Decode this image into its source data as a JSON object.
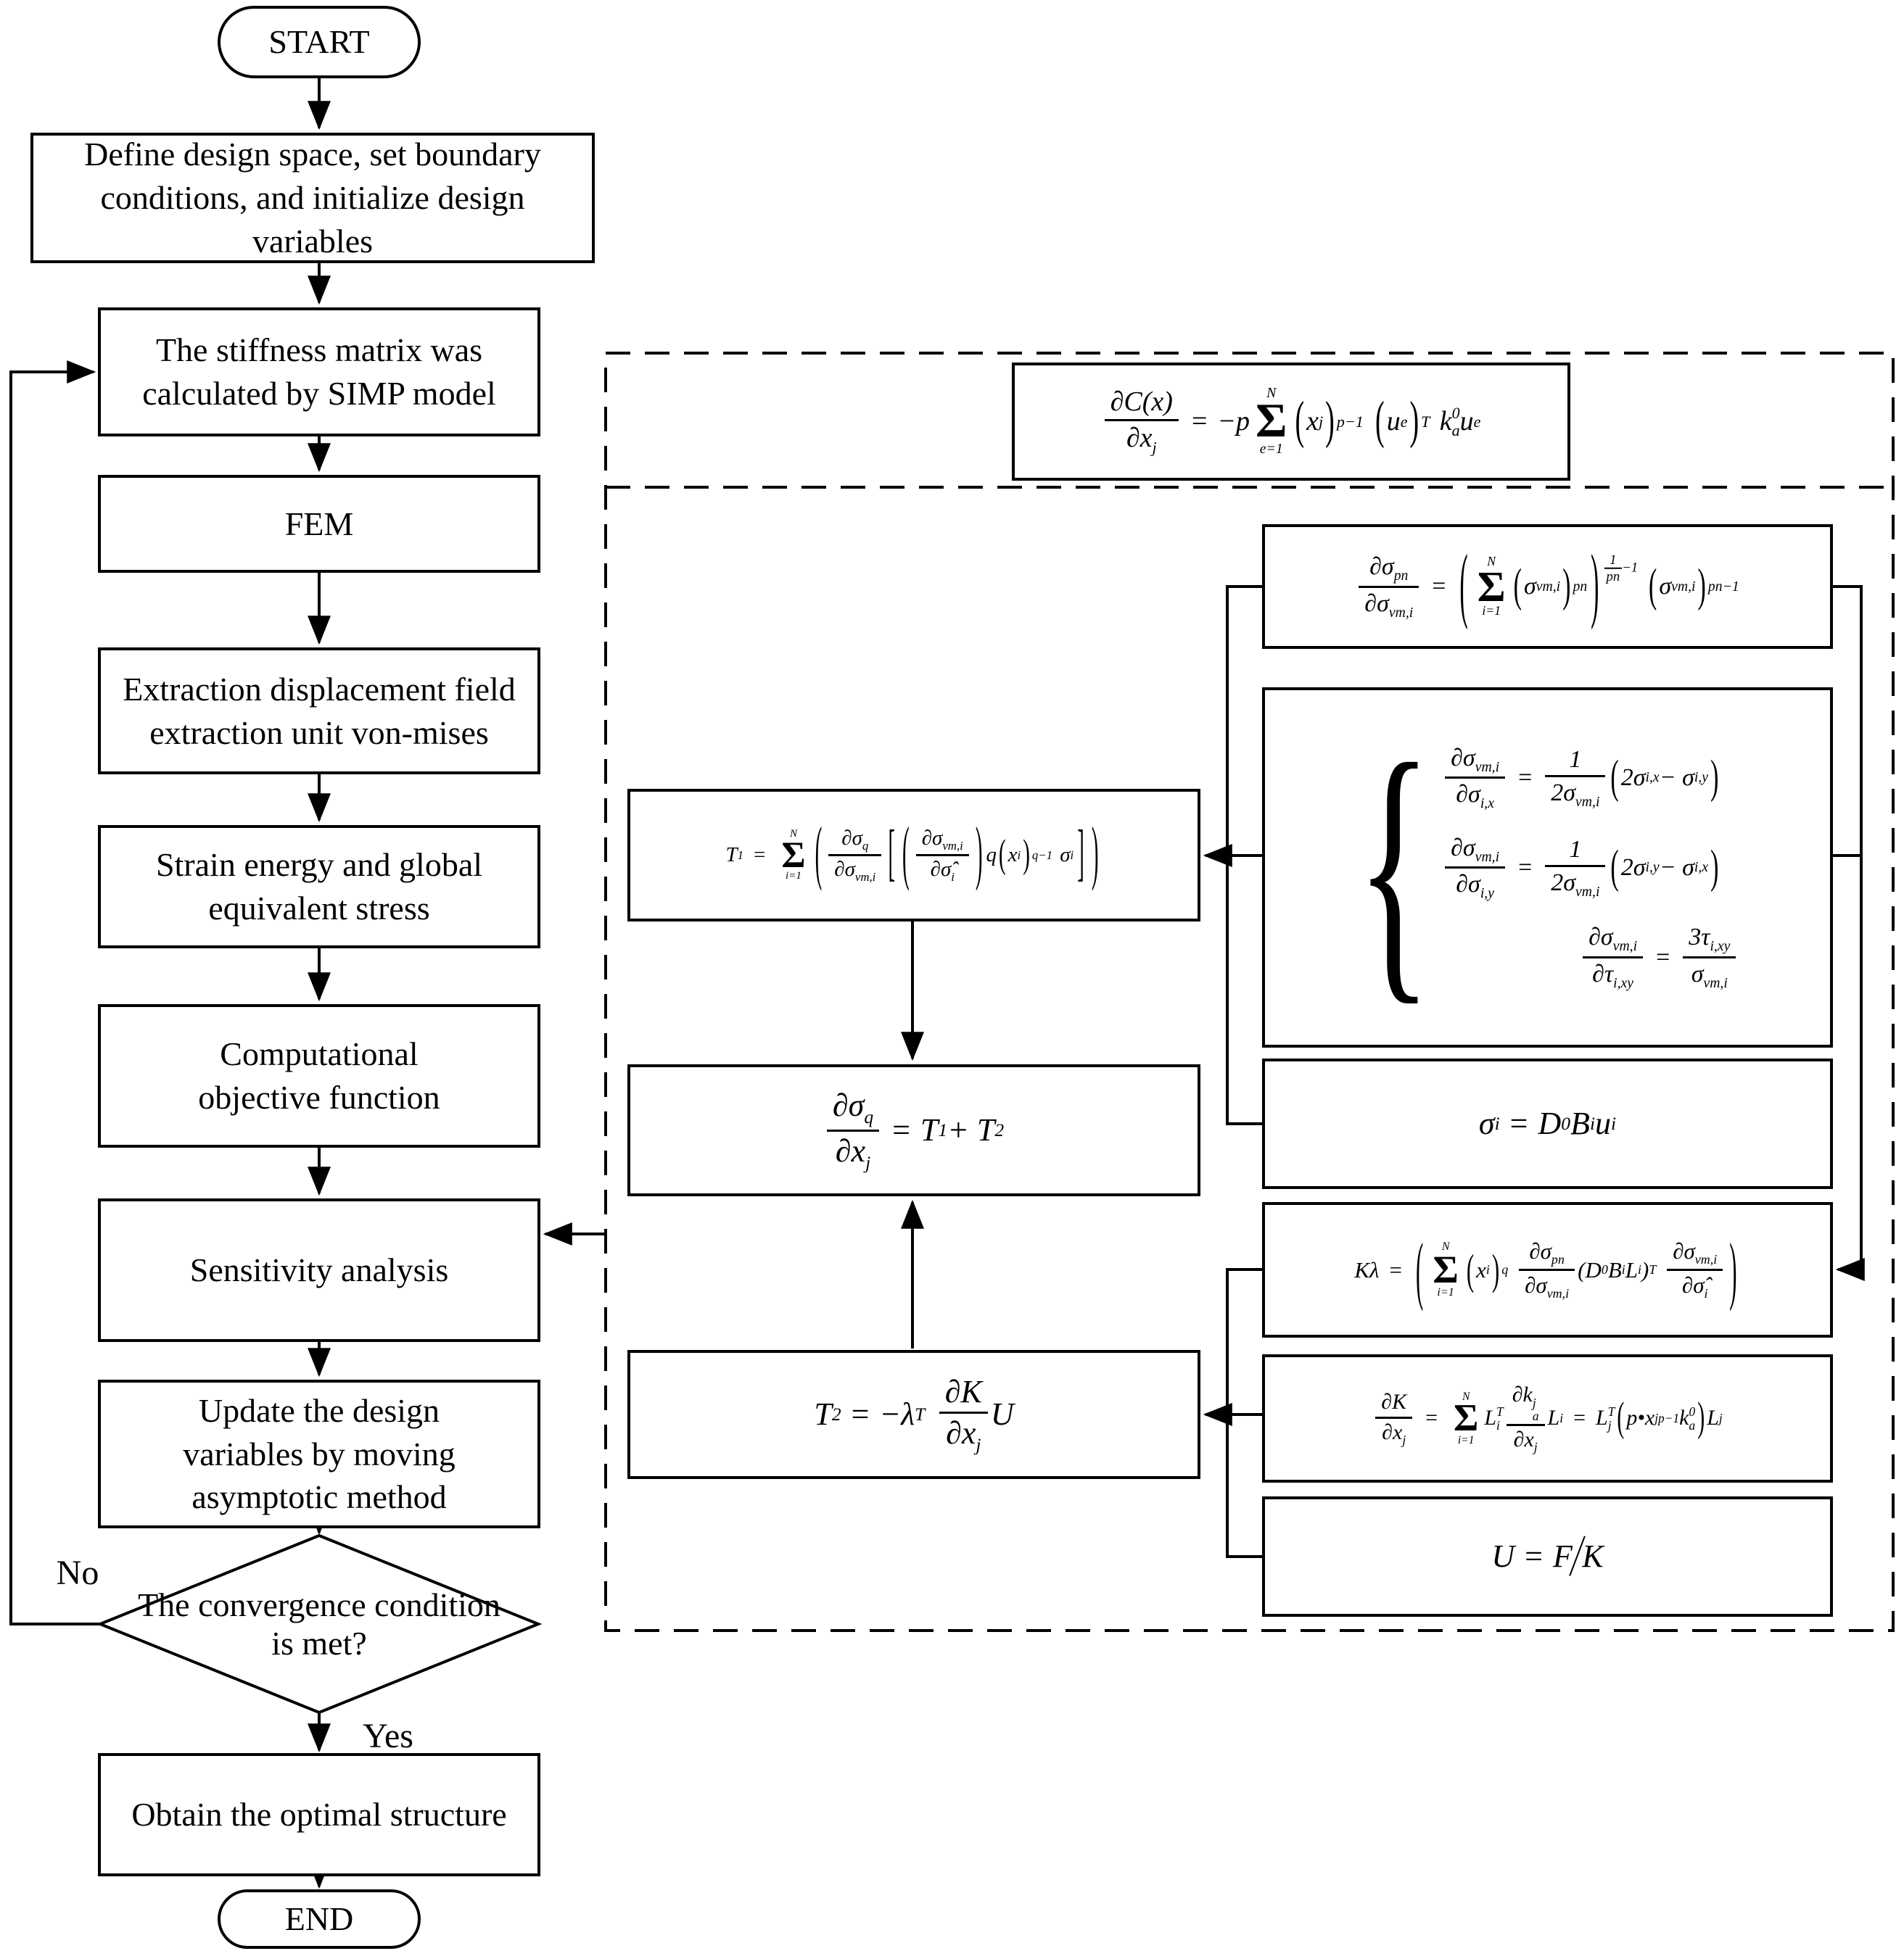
{
  "colors": {
    "ink": "#000000",
    "background": "#ffffff"
  },
  "flowchart": {
    "start_label": "START",
    "end_label": "END",
    "yes_label": "Yes",
    "no_label": "No",
    "steps": {
      "define": "Define design space, set boundary conditions, and initialize design variables",
      "stiffness": "The stiffness matrix was calculated by SIMP model",
      "fem": "FEM",
      "extraction": "Extraction displacement field extraction unit von-mises",
      "strain": "Strain energy and global equivalent stress",
      "objective": "Computational objective function",
      "sensitivity": "Sensitivity analysis",
      "update": "Update the design variables by moving asymptotic method",
      "decision": "The convergence condition is met?",
      "obtain": "Obtain the optimal structure"
    }
  },
  "formulas": {
    "compliance": {
      "html": "<span class='frac'><span class='n'>∂C(x)</span><span class='d'>∂x<sub>j</sub></span></span><span class='eq'>=</span>−p<span class='sum'><span class='lim'>N</span><span class='sig'>Σ</span><span class='lim'>e=1</span></span><span class='bp'>(</span>x<sub>j</sub><span class='bp'>)</span><sup>p−1</sup><span class='sp'></span><span class='bp'>(</span>u<sup>e</sup><span class='bp'>)</span><sup>T</sup><span class='sp'></span>k<span class='ss'><span>0</span><span>a</span></span>u<sup>e</sup>"
    },
    "pnorm": {
      "html": "<span class='frac'><span class='n'>∂σ<sub>pn</sub></span><span class='d'>∂σ<sub>vm,i</sub></span></span><span class='eq'>=</span><span class='bp2'>(</span><span class='sum'><span class='lim'>N</span><span class='sig'>Σ</span><span class='lim'>i=1</span></span><span class='bp'>(</span>σ<sub>vm,i</sub><span class='bp'>)</span><sup>pn</sup><span class='bp2'>)</span><span class='expf'><span class='sfrac'><span class='n'>1</span><span class='d'>pn</span></span>−1</span><span class='sp'></span><span class='bp'>(</span>σ<sub>vm,i</sub><span class='bp'>)</span><sup>pn−1</sup>"
    },
    "vonmises_system": {
      "html": "<span class='brace'>{</span><span class='rows'><span class='row'><span class='frac'><span class='n'>∂σ<sub>vm,i</sub></span><span class='d'>∂σ<sub>i,x</sub></span></span><span class='eq'>=</span><span class='frac'><span class='n'>1</span><span class='d'>2σ<sub>vm,i</sub></span></span><span class='bp'>(</span>2σ<sub>i,x</sub> − σ<sub>i,y</sub><span class='bp'>)</span></span><span class='row'><span class='frac'><span class='n'>∂σ<sub>vm,i</sub></span><span class='d'>∂σ<sub>i,y</sub></span></span><span class='eq'>=</span><span class='frac'><span class='n'>1</span><span class='d'>2σ<sub>vm,i</sub></span></span><span class='bp'>(</span>2σ<sub>i,y</sub> − σ<sub>i,x</sub><span class='bp'>)</span></span><span class='row ind'><span class='frac'><span class='n'>∂σ<sub>vm,i</sub></span><span class='d'>∂τ<sub>i,xy</sub></span></span><span class='eq'>=</span><span class='frac'><span class='n'>3τ<sub>i,xy</sub></span><span class='d'>σ<sub>vm,i</sub></span></span></span></span>"
    },
    "stress_recovery": {
      "html": "σ<sub>i</sub><span class='eq'>=</span>D<sub>0</sub>B<sub>i</sub>u<sub>i</sub>"
    },
    "adjoint": {
      "html": "Kλ<span class='eq'>=</span><span class='bp2'>(</span><span class='sum'><span class='lim'>N</span><span class='sig'>Σ</span><span class='lim'>i=1</span></span><span class='bp'>(</span>x<sub>i</sub><span class='bp'>)</span><sup>q</sup><span class='sp'></span><span class='frac'><span class='n'>∂σ<sub>pn</sub></span><span class='d'>∂σ<sub>vm,i</sub></span></span>(D<sub>0</sub>B<sub>i</sub>L<sub>i</sub>)<sup>T</sup><span class='sp'></span><span class='frac'><span class='n'>∂σ<sub>vm,i</sub></span><span class='d'>∂σ̂<sub>i</sub></span></span><span class='bp2'>)</span>"
    },
    "stiffness_derivative": {
      "html": "<span class='frac'><span class='n'>∂K</span><span class='d'>∂x<sub>j</sub></span></span><span class='eq'>=</span><span class='sum'><span class='lim'>N</span><span class='sig'>Σ</span><span class='lim'>i=1</span></span>L<span class='ss'><span>T</span><span>i</span></span><span class='frac'><span class='n'>∂k<span class='ss'><span>j</span><span>a</span></span></span><span class='d'>∂x<sub>j</sub></span></span>L<sub>i</sub><span class='eq'>=</span>L<span class='ss'><span>T</span><span>j</span></span><span class='bp'>(</span>p•x<sub>j</sub><sup>p−1</sup>k<span class='ss'><span>0</span><span>a</span></span><span class='bp'>)</span>L<sub>j</sub>"
    },
    "equilibrium": {
      "html": "U<span class='eq'>=</span>F<span class='dsl'>∕</span>K"
    },
    "t1": {
      "html": "T<sub>1</sub><span class='eq'>=</span><span class='sum'><span class='lim'>N</span><span class='sig'>Σ</span><span class='lim'>i=1</span></span><span class='bp2'>(</span><span class='frac'><span class='n'>∂σ<sub>q</sub></span><span class='d'>∂σ<sub>vm,i</sub></span></span><span class='bk'>[</span><span class='bp2'>(</span><span class='frac'><span class='n'>∂σ<sub>vm,i</sub></span><span class='d'>∂σ̂<sub>i</sub></span></span><span class='bp2'>)</span>q<span class='bp'>(</span>x<sub>i</sub><span class='bp'>)</span><sup>q−1</sup><span class='sp'></span>σ<sub>i</sub><span class='bk'>]</span><span class='bp2'>)</span>"
    },
    "total": {
      "html": "<span class='frac'><span class='n'>∂σ<sub>q</sub></span><span class='d'>∂x<sub>j</sub></span></span><span class='eq'>=</span>T<sub>1</sub> + T<sub>2</sub>"
    },
    "t2": {
      "html": "T<sub>2</sub><span class='eq'>=</span>−λ<sup>T</sup><span class='sp'></span><span class='frac'><span class='n'>∂K</span><span class='d'>∂x<sub>j</sub></span></span>U"
    }
  }
}
